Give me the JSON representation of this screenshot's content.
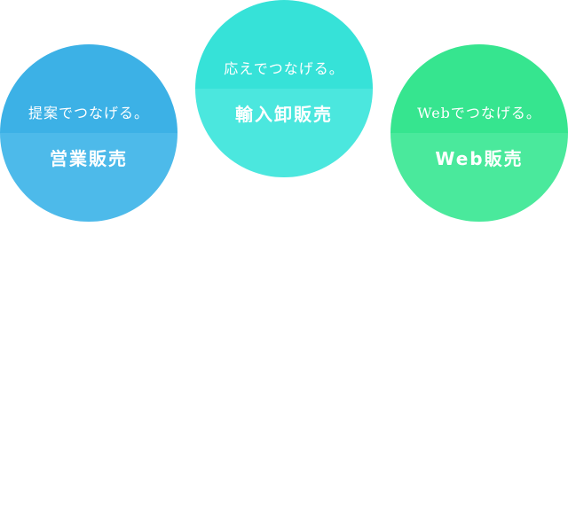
{
  "circles": [
    {
      "tagline": "提案でつなげる。",
      "label": "営業販売",
      "color_top": "#3cb1e6",
      "color_bottom": "#4dbaea"
    },
    {
      "tagline": "応えでつなげる。",
      "label": "輸入卸販売",
      "color_top": "#36e2d8",
      "color_bottom": "#4be7de"
    },
    {
      "tagline": "Webでつなげる。",
      "label": "Web販売",
      "color_top": "#36e58f",
      "color_bottom": "#4ae99c"
    }
  ]
}
